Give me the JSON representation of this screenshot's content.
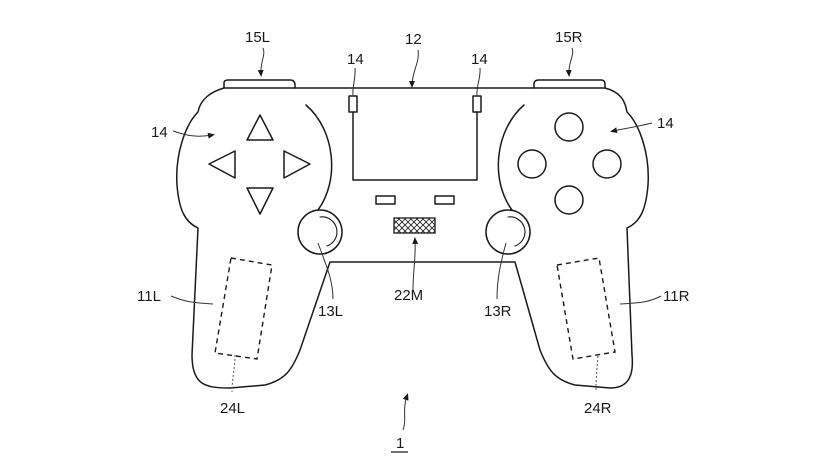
{
  "figure": {
    "type": "patent-drawing",
    "subject": "game controller",
    "line_color": "#1a1a1a",
    "background": "#ffffff"
  },
  "labels": {
    "touch_pad": "12",
    "left_trigger": "15L",
    "right_trigger": "15R",
    "buttons_top_left": "14",
    "buttons_top_right": "14",
    "dpad": "14",
    "face_buttons": "14",
    "left_stick": "13L",
    "right_stick": "13R",
    "microphone": "22M",
    "left_grip": "11L",
    "right_grip": "11R",
    "left_sensor": "24L",
    "right_sensor": "24R",
    "device": "1"
  }
}
